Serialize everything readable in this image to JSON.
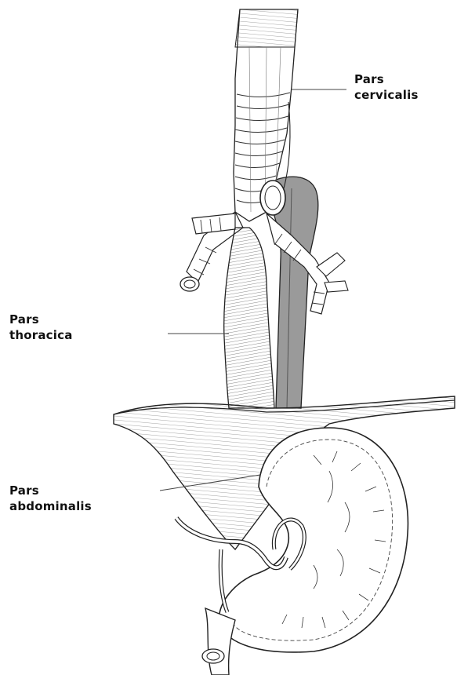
{
  "labels": {
    "cervical": {
      "line1": "Pars",
      "line2": "cervicalis"
    },
    "thoracic": {
      "line1": "Pars",
      "line2": "thoracica"
    },
    "abdominal": {
      "line1": "Pars",
      "line2": "abdominalis"
    }
  },
  "colors": {
    "ink": "#222222",
    "paper": "#ffffff",
    "shade": "#8a8a8a"
  }
}
